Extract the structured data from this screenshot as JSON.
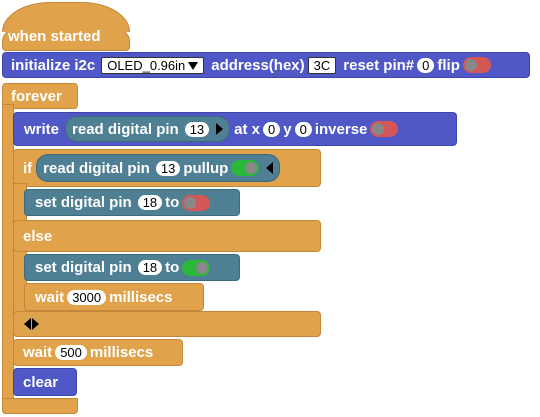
{
  "hat": {
    "label": "when started"
  },
  "init": {
    "prefix": "initialize i2c",
    "display_value": "OLED_0.96in",
    "address_label": "address(hex)",
    "address_value": "3C",
    "reset_label": "reset pin#",
    "reset_value": "0",
    "flip_label": "flip"
  },
  "forever": {
    "label": "forever"
  },
  "write": {
    "label": "write",
    "reporter_label": "read digital pin",
    "reporter_pin": "13",
    "at_x_label": "at x",
    "x_value": "0",
    "y_label": "y",
    "y_value": "0",
    "inverse_label": "inverse"
  },
  "if_block": {
    "if_label": "if",
    "cond_label": "read digital pin",
    "cond_pin": "13",
    "pullup_label": "pullup",
    "else_label": "else"
  },
  "set1": {
    "label": "set digital pin",
    "pin": "18",
    "to_label": "to"
  },
  "set2": {
    "label": "set digital pin",
    "pin": "18",
    "to_label": "to"
  },
  "wait_inner": {
    "label": "wait",
    "value": "3000",
    "unit": "millisecs"
  },
  "wait_outer": {
    "label": "wait",
    "value": "500",
    "unit": "millisecs"
  },
  "clear": {
    "label": "clear"
  },
  "colors": {
    "control": "#e0a24a",
    "display": "#5058c8",
    "io": "#4e7f93",
    "toggle_off": "#d45757",
    "toggle_on": "#2bb83a"
  }
}
